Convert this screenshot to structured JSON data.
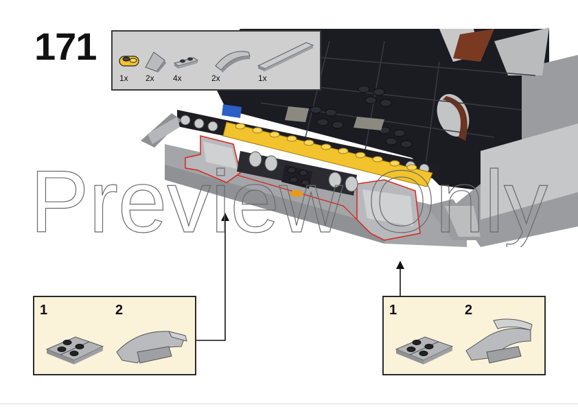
{
  "step": {
    "number": "171"
  },
  "parts_list": {
    "items": [
      {
        "qty": "1x",
        "icon": "yellow-round-plate-icon"
      },
      {
        "qty": "2x",
        "icon": "gray-slope-tile-icon"
      },
      {
        "qty": "4x",
        "icon": "gray-plate-1x2-icon"
      },
      {
        "qty": "2x",
        "icon": "gray-curved-slope-icon"
      },
      {
        "qty": "1x",
        "icon": "gray-long-tile-icon"
      }
    ]
  },
  "subassembly_left": {
    "steps": [
      "1",
      "2"
    ]
  },
  "subassembly_right": {
    "steps": [
      "1",
      "2"
    ]
  },
  "watermark": {
    "text": "Preview Only"
  },
  "colors": {
    "panel_bg": "#cfcfcf",
    "sub_panel_bg": "#fbf2da",
    "lego_yellow": "#f2c32c",
    "lego_gray": "#a8aaad",
    "lego_black": "#1a1a1f",
    "highlight_red": "#d9241c"
  }
}
